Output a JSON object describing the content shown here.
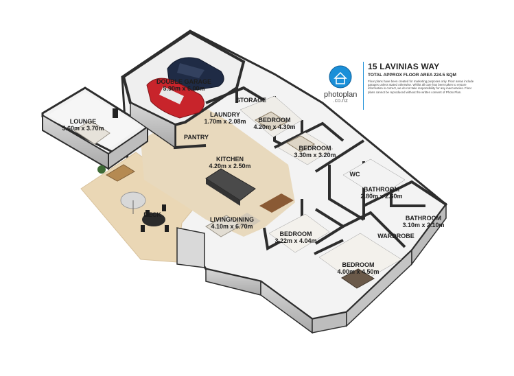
{
  "header": {
    "address": "15 LAVINIAS WAY",
    "floor_area": "TOTAL APPROX FLOOR AREA 224.5 SQM",
    "disclaimer": "Floor plans have been created for marketing purposes only. Floor areas include garages unless stated otherwise. Whilst all care has been taken to ensure information is correct, we do not take responsibility for any inaccuracies. Floor plans cannot be reproduced without the written consent of Photo Plan."
  },
  "brand": {
    "name": "photoplan",
    "suffix": ".co.nz",
    "accent": "#1a8fd8"
  },
  "rooms": {
    "garage": {
      "label": "DOUBLE GARAGE",
      "dims": "5.90m x 6.00m"
    },
    "storage": {
      "label": "STORAGE"
    },
    "laundry": {
      "label": "LAUNDRY",
      "dims": "1.70m x 2.08m"
    },
    "pantry": {
      "label": "PANTRY"
    },
    "lounge": {
      "label": "LOUNGE",
      "dims": "5.60m x 3.70m"
    },
    "bedroom1": {
      "label": "BEDROOM",
      "dims": "4.20m x 4.30m"
    },
    "bedroom2": {
      "label": "BEDROOM",
      "dims": "3.30m x 3.20m"
    },
    "kitchen": {
      "label": "KITCHEN",
      "dims": "4.20m x 2.50m"
    },
    "wc": {
      "label": "WC"
    },
    "bathroom1": {
      "label": "BATHROOM",
      "dims": "2.80m x 2.60m"
    },
    "bathroom2": {
      "label": "BATHROOM",
      "dims": "3.10m x 2.10m"
    },
    "deck": {
      "label": "DECK"
    },
    "living": {
      "label": "LIVING/DINING",
      "dims": "4.10m x 6.70m"
    },
    "wardrobe": {
      "label": "WARDROBE"
    },
    "bedroom3": {
      "label": "BEDROOM",
      "dims": "3.22m x 4.04m"
    },
    "bedroom4": {
      "label": "BEDROOM",
      "dims": "4.00m x 4.50m"
    }
  },
  "colors": {
    "wall_top": "#3a3a3a",
    "wall_side": "#c9c9c9",
    "floor": "#f3f3f3",
    "wood_floor": "#e8d9bd",
    "deck": "#ead7b5",
    "car_red": "#c8242b",
    "car_navy": "#1f2b45"
  }
}
